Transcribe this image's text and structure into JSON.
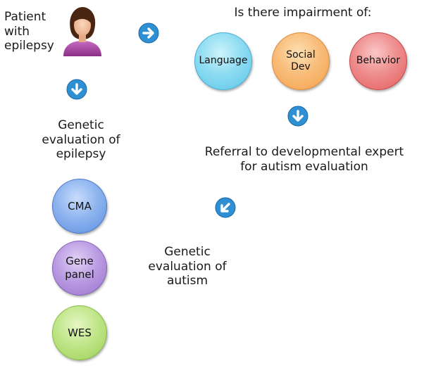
{
  "patient": {
    "label": "Patient\nwith\nepilepsy",
    "icon": "female-user-icon"
  },
  "impairment": {
    "heading": "Is there impairment of:",
    "items": [
      {
        "label": "Language",
        "color_light": "#cdf3fb",
        "color_dark": "#5cc6e6"
      },
      {
        "label": "Social\nDev",
        "color_light": "#fde0b4",
        "color_dark": "#f5a04a"
      },
      {
        "label": "Behavior",
        "color_light": "#fcc7c7",
        "color_dark": "#e45c5c"
      }
    ]
  },
  "referral": {
    "label": "Referral to developmental expert\nfor autism evaluation"
  },
  "genetic_epilepsy": {
    "label": "Genetic\nevaluation of\nepilepsy"
  },
  "genetic_autism": {
    "label": "Genetic\nevaluation of\nautism"
  },
  "tests": [
    {
      "label": "CMA",
      "color_light": "#c8dcfb",
      "color_dark": "#5b8ee0"
    },
    {
      "label": "Gene\npanel",
      "color_light": "#e2d2f5",
      "color_dark": "#9a72cc"
    },
    {
      "label": "WES",
      "color_light": "#e5f6c4",
      "color_dark": "#9cd055"
    }
  ],
  "arrows": {
    "color": "#2f8fd3",
    "directions": [
      "right",
      "down",
      "down",
      "down-left"
    ]
  }
}
